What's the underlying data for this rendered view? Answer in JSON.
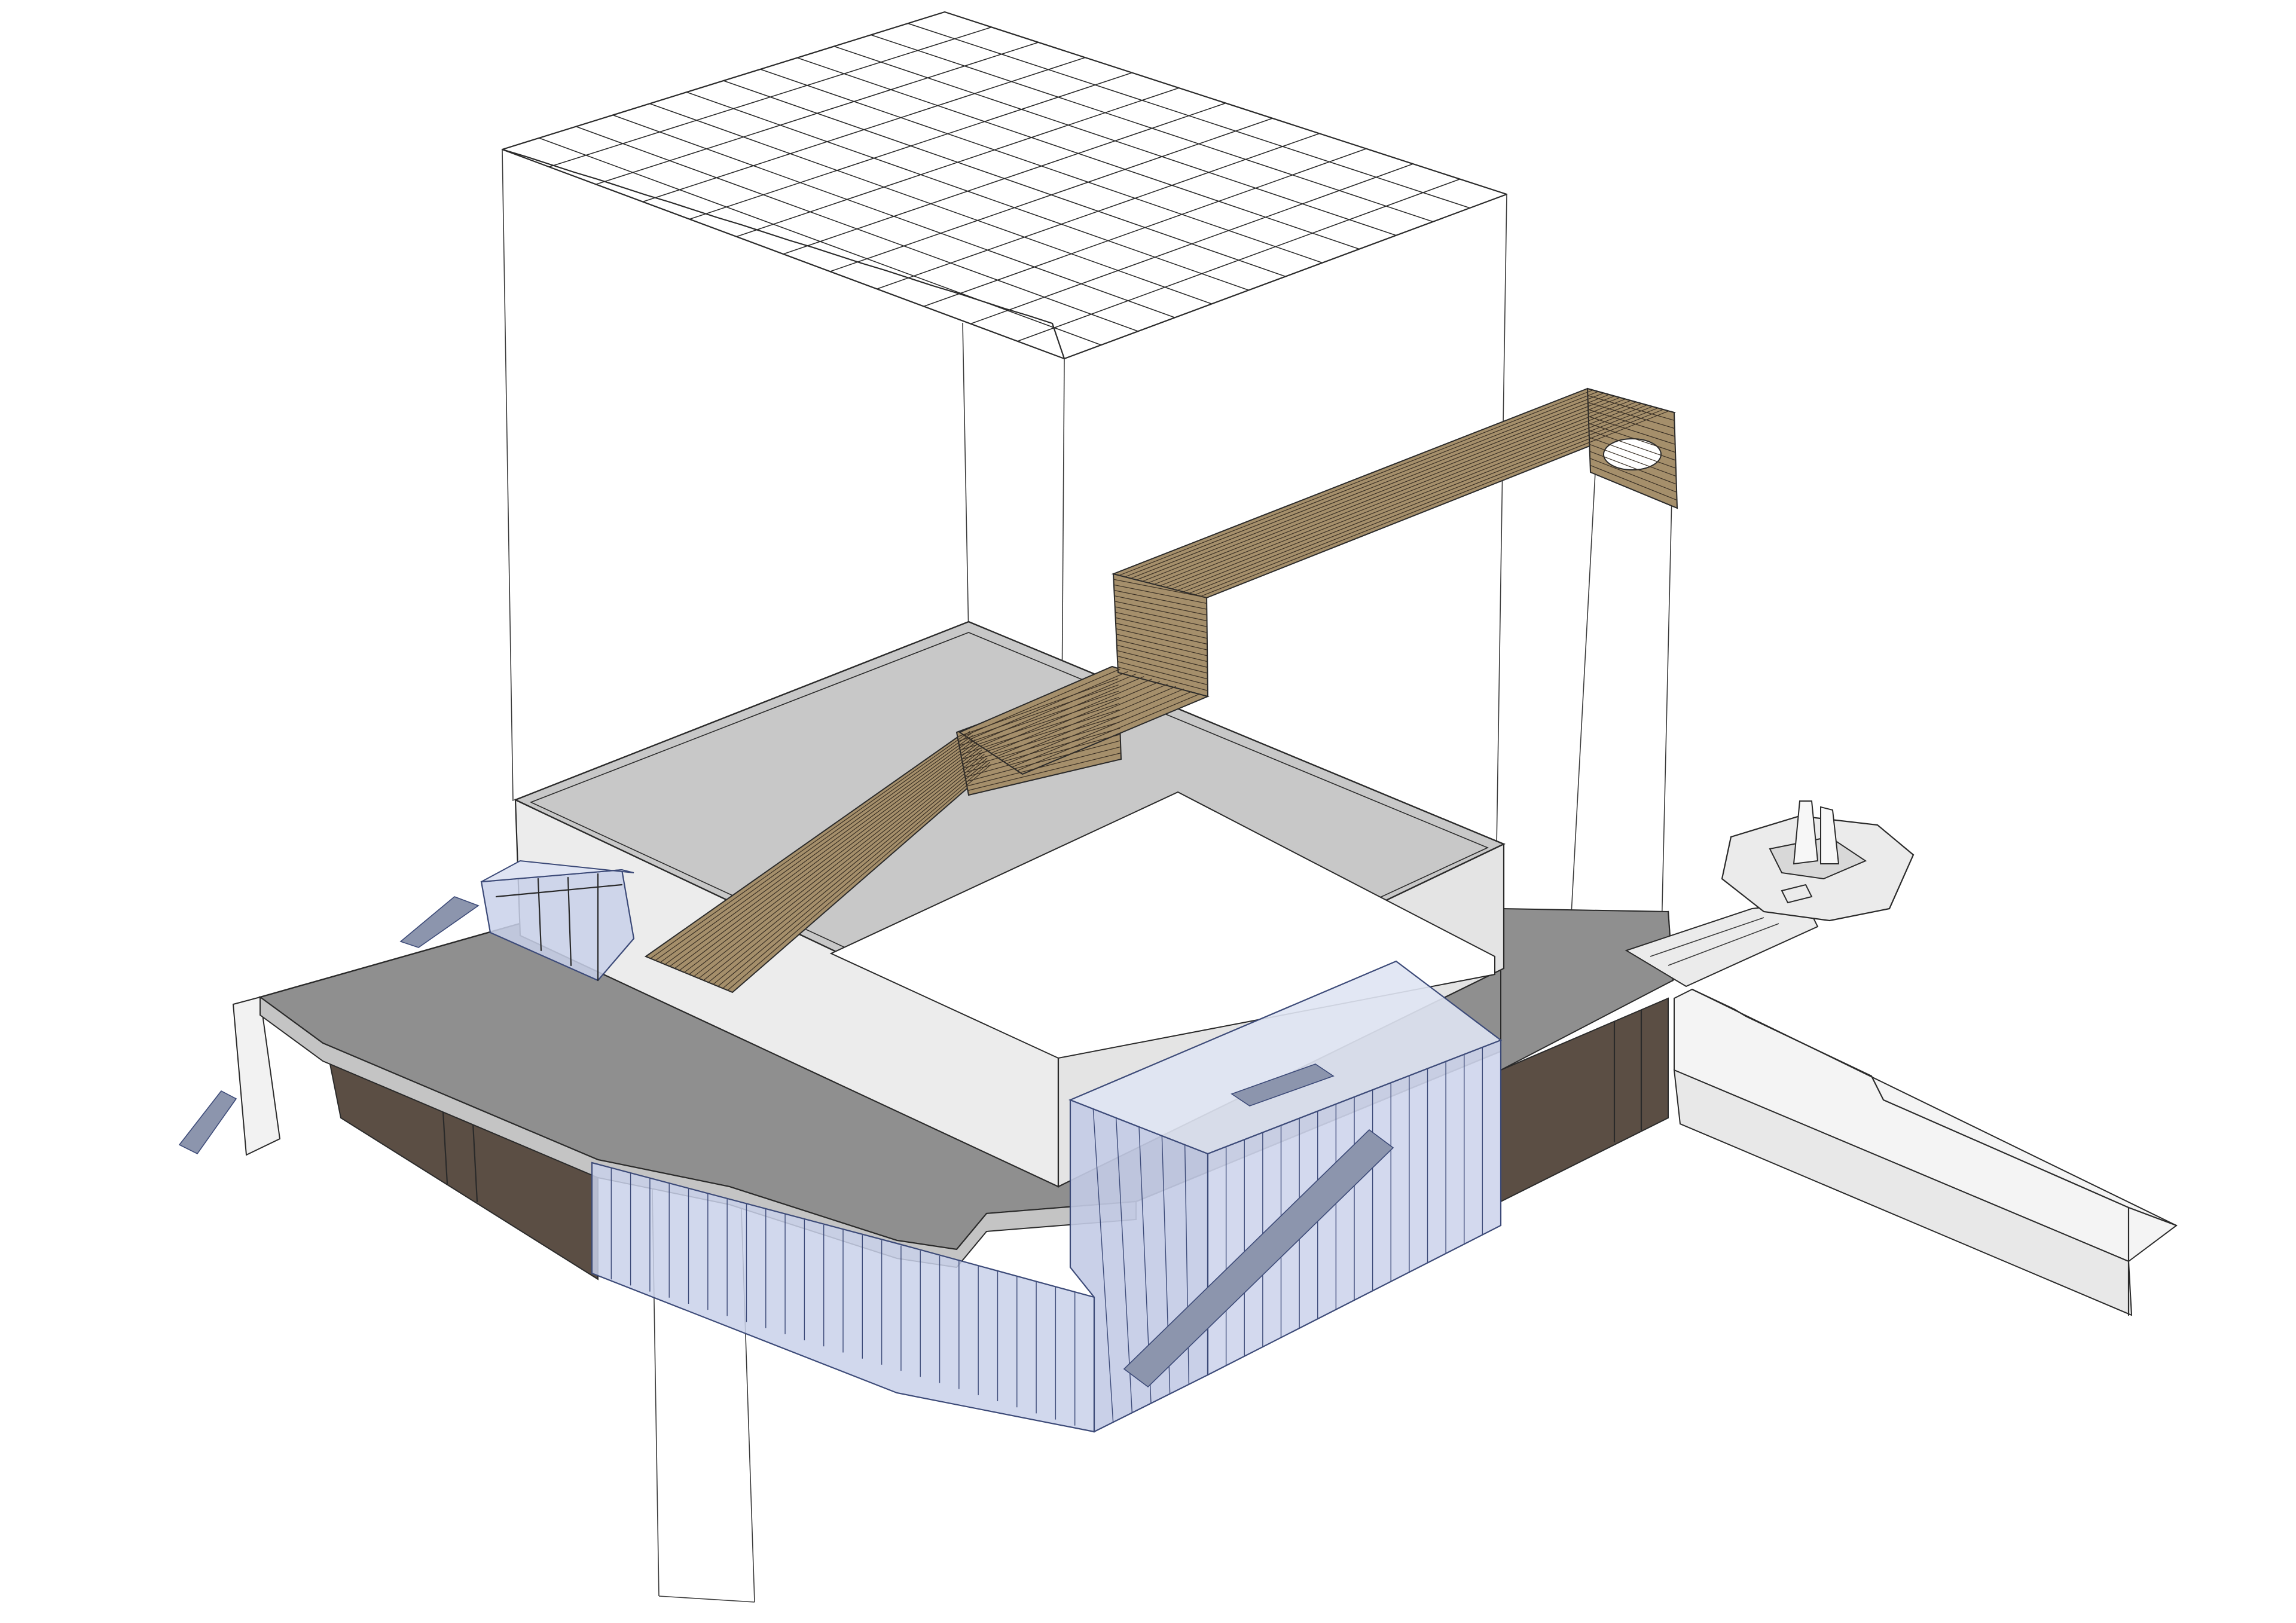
{
  "diagram": {
    "type": "exploded-axonometric-architectural-diagram",
    "parts": [
      "roof-grid-canopy",
      "wooden-slatted-ramp",
      "upper-floor-volume",
      "main-floor-slab",
      "glazed-entrance-volume",
      "glass-stair-pavilion",
      "retaining-wall",
      "monument-platform",
      "access-path",
      "exterior-stair"
    ],
    "colors": {
      "line": "#2a2a2a",
      "roof_slab": "#8f8f8f",
      "roof_slab_edge": "#c4c4c4",
      "upper_roof": "#c8c8c8",
      "upper_wall": "#ececec",
      "timber_wall": "#5b4e44",
      "wood_slat": "#a58f6b",
      "glass": "#c9d1ea",
      "glass_line": "#3c4a78",
      "paving": "#ebebeb"
    }
  }
}
